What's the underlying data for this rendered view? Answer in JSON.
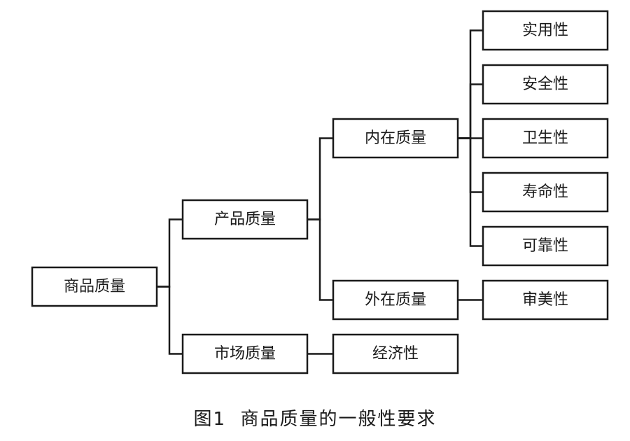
{
  "diagram": {
    "nodes": {
      "root": {
        "label": "商品质量"
      },
      "product_quality": {
        "label": "产品质量"
      },
      "market_quality": {
        "label": "市场质量"
      },
      "intrinsic_quality": {
        "label": "内在质量"
      },
      "extrinsic_quality": {
        "label": "外在质量"
      },
      "economy": {
        "label": "经济性"
      },
      "practicality": {
        "label": "实用性"
      },
      "safety": {
        "label": "安全性"
      },
      "hygiene": {
        "label": "卫生性"
      },
      "durability": {
        "label": "寿命性"
      },
      "reliability": {
        "label": "可靠性"
      },
      "aesthetics": {
        "label": "审美性"
      }
    },
    "edges": [
      [
        "root",
        "product_quality"
      ],
      [
        "root",
        "market_quality"
      ],
      [
        "product_quality",
        "intrinsic_quality"
      ],
      [
        "product_quality",
        "extrinsic_quality"
      ],
      [
        "market_quality",
        "economy"
      ],
      [
        "intrinsic_quality",
        "practicality"
      ],
      [
        "intrinsic_quality",
        "safety"
      ],
      [
        "intrinsic_quality",
        "hygiene"
      ],
      [
        "intrinsic_quality",
        "durability"
      ],
      [
        "intrinsic_quality",
        "reliability"
      ],
      [
        "extrinsic_quality",
        "aesthetics"
      ]
    ]
  },
  "caption": "图1  商品质量的一般性要求"
}
